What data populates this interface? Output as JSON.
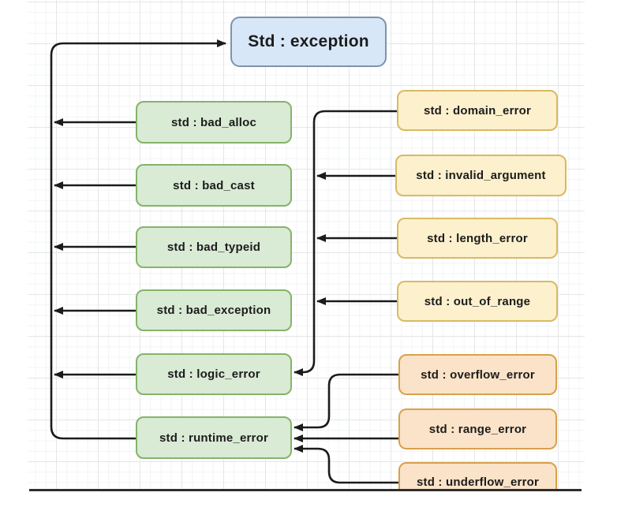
{
  "diagram": {
    "kind": "cpp-exception-class-hierarchy",
    "nodes": [
      {
        "id": "exception",
        "label": "Std : exception",
        "group": "blue"
      },
      {
        "id": "bad_alloc",
        "label": "std : bad_alloc",
        "group": "green"
      },
      {
        "id": "bad_cast",
        "label": "std : bad_cast",
        "group": "green"
      },
      {
        "id": "bad_typeid",
        "label": "std : bad_typeid",
        "group": "green"
      },
      {
        "id": "bad_exception",
        "label": "std : bad_exception",
        "group": "green"
      },
      {
        "id": "logic_error",
        "label": "std : logic_error",
        "group": "green"
      },
      {
        "id": "runtime_error",
        "label": "std : runtime_error",
        "group": "green"
      },
      {
        "id": "domain_error",
        "label": "std : domain_error",
        "group": "yellow"
      },
      {
        "id": "invalid_argument",
        "label": "std : invalid_argument",
        "group": "yellow"
      },
      {
        "id": "length_error",
        "label": "std : length_error",
        "group": "yellow"
      },
      {
        "id": "out_of_range",
        "label": "std : out_of_range",
        "group": "yellow"
      },
      {
        "id": "overflow_error",
        "label": "std : overflow_error",
        "group": "orange"
      },
      {
        "id": "range_error",
        "label": "std : range_error",
        "group": "orange"
      },
      {
        "id": "underflow_error",
        "label": "std : underflow_error",
        "group": "orange"
      }
    ],
    "edges": [
      {
        "from": "bad_alloc",
        "to": "exception"
      },
      {
        "from": "bad_cast",
        "to": "exception"
      },
      {
        "from": "bad_typeid",
        "to": "exception"
      },
      {
        "from": "bad_exception",
        "to": "exception"
      },
      {
        "from": "logic_error",
        "to": "exception"
      },
      {
        "from": "runtime_error",
        "to": "exception"
      },
      {
        "from": "domain_error",
        "to": "logic_error"
      },
      {
        "from": "invalid_argument",
        "to": "logic_error"
      },
      {
        "from": "length_error",
        "to": "logic_error"
      },
      {
        "from": "out_of_range",
        "to": "logic_error"
      },
      {
        "from": "overflow_error",
        "to": "runtime_error"
      },
      {
        "from": "range_error",
        "to": "runtime_error"
      },
      {
        "from": "underflow_error",
        "to": "runtime_error"
      }
    ],
    "colors": {
      "blue_fill": "#d8e7f8",
      "blue_stroke": "#7d93ad",
      "green_fill": "#d9ead5",
      "green_stroke": "#85b36b",
      "yellow_fill": "#fcf0cd",
      "yellow_stroke": "#d8ba62",
      "orange_fill": "#fae3c8",
      "orange_stroke": "#d9a04a",
      "connector": "#1b1b1b"
    }
  }
}
